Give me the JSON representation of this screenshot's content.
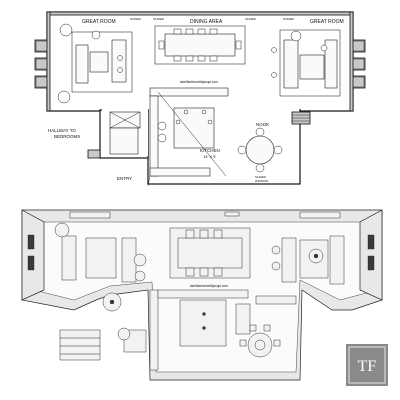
{
  "plan": {
    "great_room_left": "GREAT ROOM",
    "dining_area": "DINING AREA",
    "great_room_right": "GREAT ROOM",
    "slider_labels": [
      "SLIDER",
      "SLIDER",
      "SLIDER",
      "SLIDER",
      "SLIDER"
    ],
    "watermark_top": "tamilfashionwithjacqui.com",
    "hallway": "HALLWAY TO\nBEDROOMS",
    "entry": "ENTRY",
    "kitchen": "KITCHEN",
    "kitchen_dims": "14' X 9'",
    "nook": "NOOK",
    "window_labels": [
      "WINDOW",
      "WINDOW"
    ]
  },
  "perspective": {
    "watermark": "tamilfashionwithjacqui.com"
  },
  "logo": {
    "text": "TF"
  },
  "colors": {
    "ink": "#111111",
    "logo_bg": "#8a8a8a",
    "logo_text": "#ffffff"
  }
}
